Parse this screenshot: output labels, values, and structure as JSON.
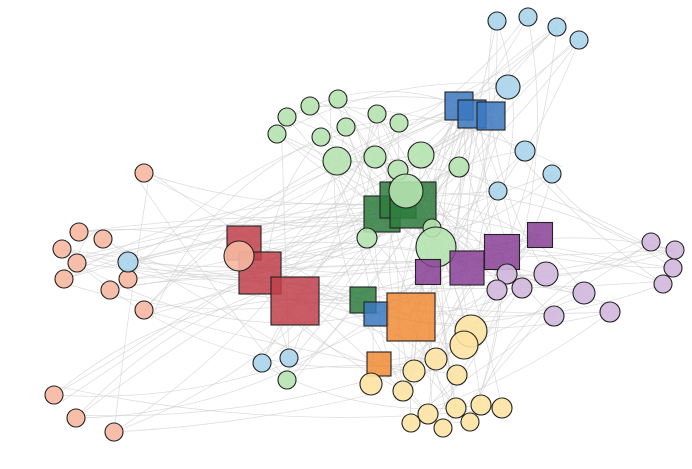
{
  "figure": {
    "type": "network graph",
    "edge_color": "#cfcfcf",
    "node_border_color": "#222222",
    "node_shapes": [
      "circle",
      "square"
    ],
    "groups": [
      {
        "id": "green",
        "circle_color": "#b6e3b0",
        "square_color": "#2f7d3e"
      },
      {
        "id": "blue",
        "circle_color": "#a9d4ea",
        "square_color": "#3b78be"
      },
      {
        "id": "red",
        "circle_color": "#f6b8a0",
        "square_color": "#c0404a"
      },
      {
        "id": "purple",
        "circle_color": "#d0b7dc",
        "square_color": "#8a3f97"
      },
      {
        "id": "orange",
        "circle_color": "#fde3a2",
        "square_color": "#f18b36"
      }
    ]
  }
}
